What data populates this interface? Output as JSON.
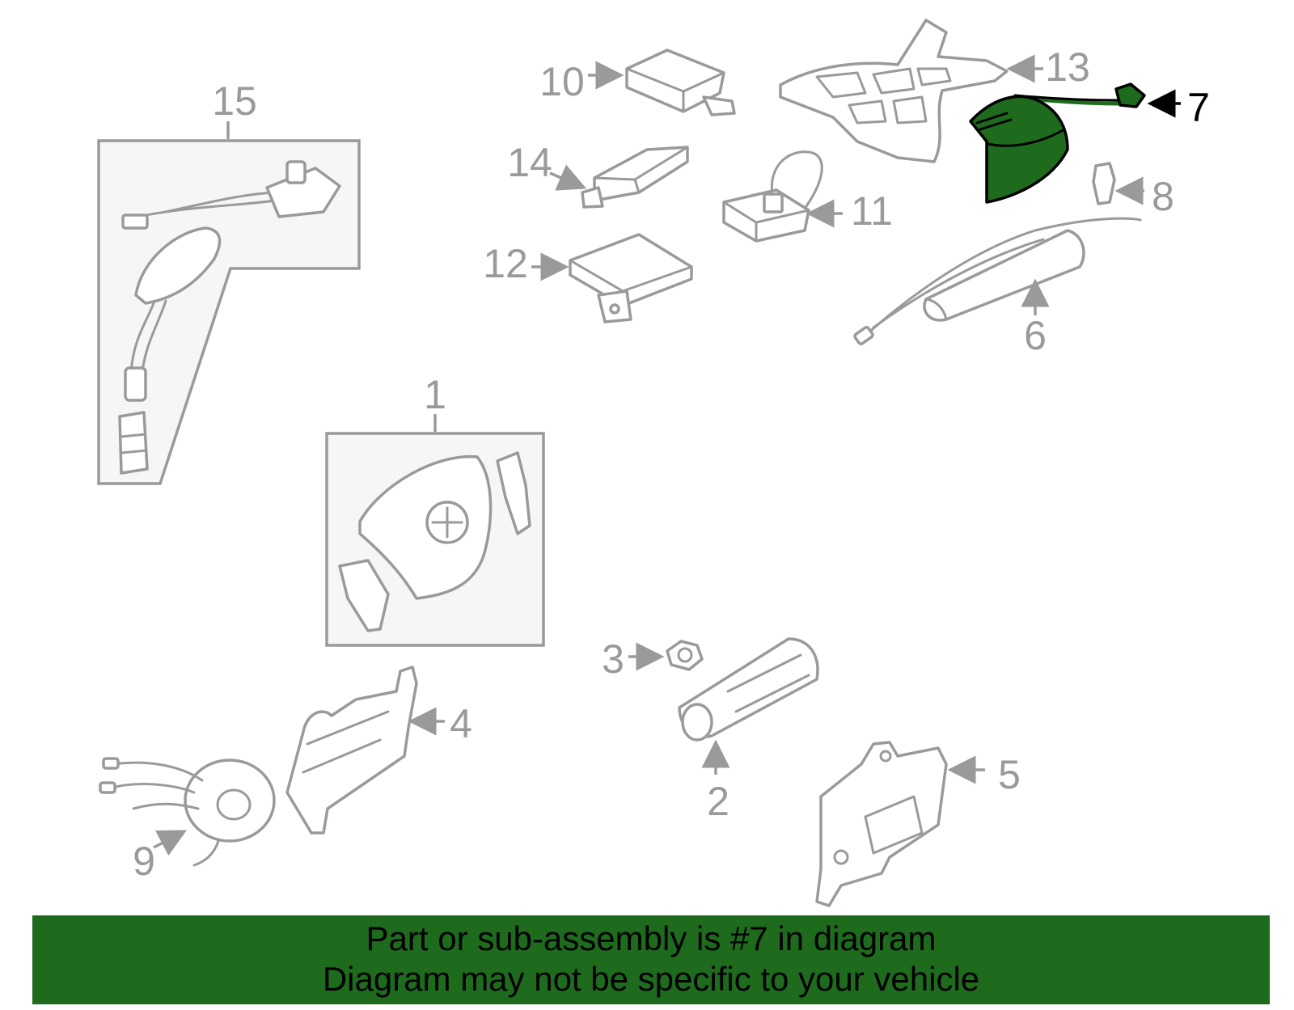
{
  "diagram": {
    "highlight_color": "#1e6b1e",
    "line_color": "#9a9a9a",
    "highlighted_part": "7",
    "callouts": [
      "1",
      "2",
      "3",
      "4",
      "5",
      "6",
      "7",
      "8",
      "9",
      "10",
      "11",
      "12",
      "13",
      "14",
      "15"
    ]
  },
  "banner": {
    "line1": "Part or sub-assembly is #7 in diagram",
    "line2": "Diagram may not be specific to your vehicle"
  }
}
